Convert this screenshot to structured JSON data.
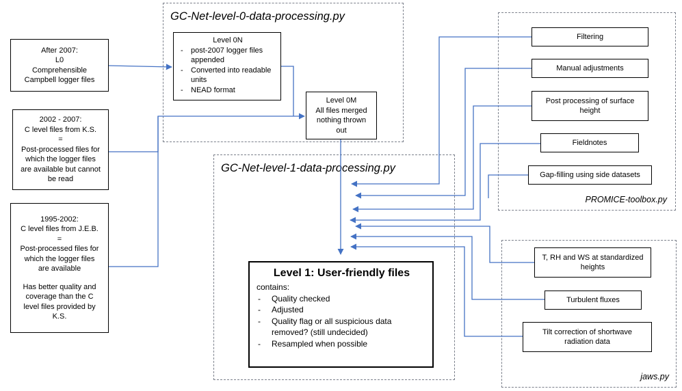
{
  "colors": {
    "arrow": "#4472c4",
    "box_border": "#000000",
    "group_border": "#7a7f8a"
  },
  "groups": {
    "level0": {
      "title": "GC-Net-level-0-data-processing.py"
    },
    "level1": {
      "title": "GC-Net-level-1-data-processing.py"
    },
    "promice": {
      "title": "PROMICE-toolbox.py"
    },
    "jaws": {
      "title": "jaws.py"
    }
  },
  "sources": {
    "after2007": {
      "lines": [
        "After 2007:",
        "L0",
        "Comprehensible",
        "Campbell logger files"
      ]
    },
    "s2002_2007": {
      "lines": [
        "2002 - 2007:",
        "C level files from K.S.",
        "=",
        "Post-processed files for",
        "which the  logger files",
        "are available but cannot",
        "be read"
      ]
    },
    "s1995_2002": {
      "lines": [
        "1995-2002:",
        "C level files from J.E.B.",
        "=",
        "Post-processed files for",
        "which the  logger files",
        "are available",
        "",
        "Has better quality and",
        "coverage than the C",
        "level files provided by",
        "K.S."
      ]
    }
  },
  "level0n": {
    "title": "Level 0N",
    "items": [
      "post-2007 logger files appended",
      "Converted into readable units",
      "NEAD format"
    ]
  },
  "level0m": {
    "lines": [
      "Level 0M",
      "All files merged",
      "nothing thrown",
      "out"
    ]
  },
  "level1": {
    "title": "Level 1: User-friendly files",
    "contains": "contains:",
    "items": [
      "Quality checked",
      "Adjusted",
      "Quality flag or all suspicious data removed? (still undecided)",
      "Resampled when possible"
    ]
  },
  "promice_steps": [
    "Filtering",
    "Manual adjustments",
    "Post processing of surface height",
    "Fieldnotes",
    "Gap-filling using side datasets"
  ],
  "jaws_steps": [
    "T, RH and WS at standardized heights",
    "Turbulent fluxes",
    "Tilt correction of shortwave radiation data"
  ]
}
